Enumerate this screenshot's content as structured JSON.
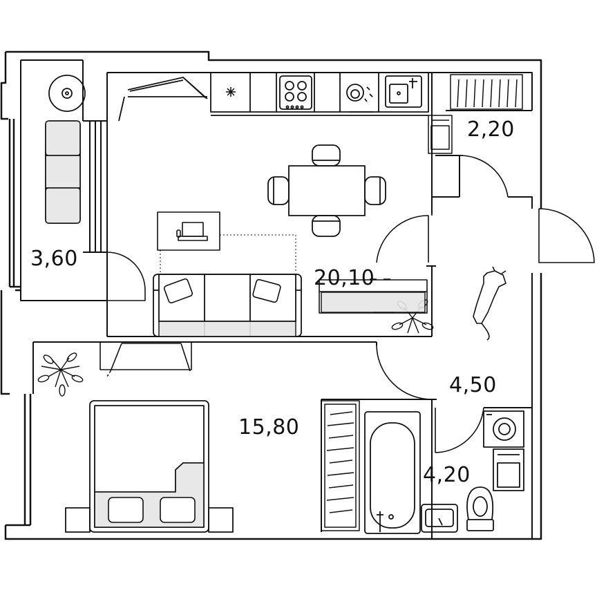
{
  "rooms": {
    "balcony": {
      "area": "3,60"
    },
    "living_kitchen": {
      "area": "20,10"
    },
    "storage": {
      "area": "2,20"
    },
    "hallway": {
      "area": "4,50"
    },
    "bedroom": {
      "area": "15,80"
    },
    "bathroom": {
      "area": "4,20"
    }
  },
  "colors": {
    "line": "#111111",
    "fill_grey": "#e6e6e6",
    "background": "#ffffff"
  },
  "icons": [
    "plant-icon",
    "cat-icon",
    "laptop-icon",
    "washing-machine-icon",
    "toilet-icon",
    "bathtub-icon",
    "sink-icon",
    "hob-icon",
    "fan-icon"
  ]
}
